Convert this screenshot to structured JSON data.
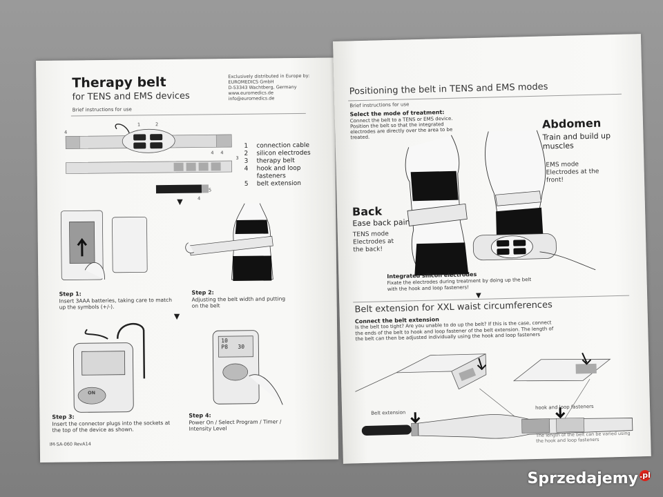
{
  "left_page": {
    "title": "Therapy belt",
    "subtitle": "for TENS and EMS devices",
    "brief": "Brief instructions for use",
    "distributor": [
      "Exclusively distributed in Europe by:",
      "EUROMEDICS GmbH",
      "D-53343 Wachtberg, Germany",
      "www.euromedics.de",
      "info@euromedics.de"
    ],
    "legend": [
      {
        "num": "1",
        "label": "connection cable"
      },
      {
        "num": "2",
        "label": "silicon electrodes"
      },
      {
        "num": "3",
        "label": "therapy belt"
      },
      {
        "num": "4",
        "label": "hook and loop"
      },
      {
        "num": "",
        "label": "fasteners"
      },
      {
        "num": "5",
        "label": "belt extension"
      }
    ],
    "callouts": {
      "one": "1",
      "two": "2",
      "three": "3",
      "four_a": "4",
      "four_b": "4",
      "four_c": "4",
      "four_d": "4",
      "five": "5"
    },
    "steps": [
      {
        "title": "Step 1:",
        "desc": "Insert 3AAA batteries, taking care to match up the symbols (+/-)."
      },
      {
        "title": "Step 2:",
        "desc": "Adjusting the belt width and putting on the belt"
      },
      {
        "title": "Step 3:",
        "desc": "Insert the connector plugs into the sockets at the top of the device as shown."
      },
      {
        "title": "Step 4:",
        "desc": "Power On / Select Program / Timer / Intensity Level"
      }
    ],
    "display": {
      "line1": "10",
      "line2": "P8",
      "line3": "30"
    },
    "device_button": "ON",
    "footer_code": "IM-SA-060 RevA14"
  },
  "right_page": {
    "heading": "Positioning the belt in TENS and EMS modes",
    "brief": "Brief instructions for use",
    "select_title": "Select the mode of treatment:",
    "select_desc": "Connect the belt to a TENS or EMS device. Position the belt so that the integrated electrodes are directly over the area to be treated.",
    "abdomen_title": "Abdomen",
    "abdomen_sub": "Train and build up muscles",
    "abdomen_mode": "EMS mode Electrodes at the front!",
    "back_title": "Back",
    "back_sub": "Ease back pain",
    "back_mode": "TENS mode Electrodes at the back!",
    "integrated_title": "Integrated silicon electrodes",
    "integrated_desc": "Fixate the electrodes during treatment by doing up the belt with the hook and loop fasteners!",
    "extension_heading": "Belt extension for XXL waist circumferences",
    "connect_title": "Connect the belt extension",
    "connect_desc": "Is the belt too tight? Are you unable to do up the belt? If this is the case, connect the ends of the belt to hook and loop fastener of the belt extension. The length of the belt can then be adjusted individually using the hook and loop fasteners",
    "label_extension": "Belt extension",
    "label_hook": "hook and loop fasteners",
    "label_length": "The length of the belt can be varied using the hook and loop fasteners"
  },
  "watermark": {
    "text": "Sprzedajemy",
    "suffix": ".pl"
  }
}
